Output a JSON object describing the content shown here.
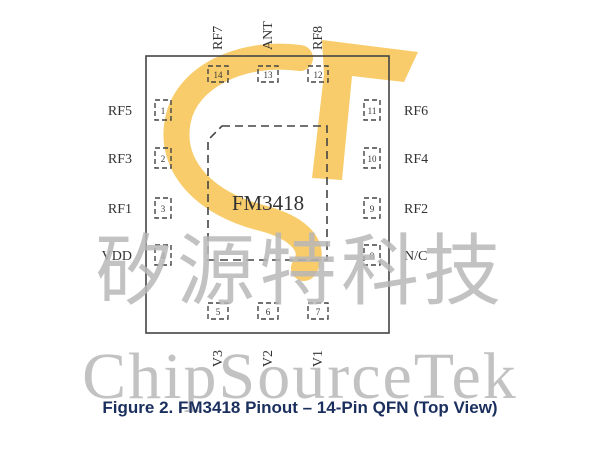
{
  "diagram": {
    "chip_label": "FM3418",
    "caption": "Figure 2. FM3418 Pinout  –  14-Pin QFN (Top View)",
    "pins": [
      {
        "num": "1",
        "name": "RF5",
        "side": "left"
      },
      {
        "num": "2",
        "name": "RF3",
        "side": "left"
      },
      {
        "num": "3",
        "name": "RF1",
        "side": "left"
      },
      {
        "num": "4",
        "name": "VDD",
        "side": "left"
      },
      {
        "num": "5",
        "name": "V3",
        "side": "bottom"
      },
      {
        "num": "6",
        "name": "V2",
        "side": "bottom"
      },
      {
        "num": "7",
        "name": "V1",
        "side": "bottom"
      },
      {
        "num": "8",
        "name": "N/C",
        "side": "right"
      },
      {
        "num": "9",
        "name": "RF2",
        "side": "right"
      },
      {
        "num": "10",
        "name": "RF4",
        "side": "right"
      },
      {
        "num": "11",
        "name": "RF6",
        "side": "right"
      },
      {
        "num": "12",
        "name": "RF8",
        "side": "top"
      },
      {
        "num": "13",
        "name": "ANT",
        "side": "top"
      },
      {
        "num": "14",
        "name": "RF7",
        "side": "top"
      }
    ]
  },
  "watermark": {
    "chinese": "矽源特科技",
    "english": "ChipSourceTek",
    "logo_color": "#f7c65a",
    "text_color": "#b8b8b8"
  },
  "colors": {
    "outline": "#444444",
    "pin_label": "#333333",
    "caption": "#1b2f5e"
  }
}
